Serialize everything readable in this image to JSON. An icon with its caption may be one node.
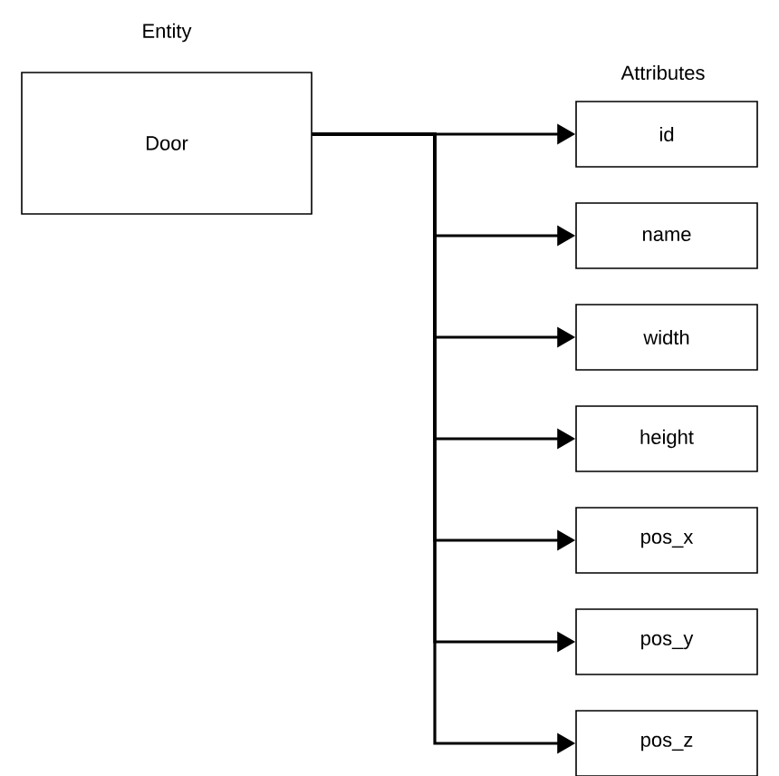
{
  "diagram": {
    "nodes": [
      {
        "text": [
          "Door"
        ]
      },
      {
        "text": [
          "id"
        ]
      },
      {
        "text": [
          "name"
        ]
      },
      {
        "text": [
          "width"
        ]
      },
      {
        "text": [
          "height"
        ]
      },
      {
        "text": [
          "pos_x"
        ]
      },
      {
        "text": [
          "pos_y"
        ]
      },
      {
        "text": [
          "pos_z"
        ]
      }
    ],
    "edges": [
      {
        "from": 0,
        "to": 1,
        "arrow": "to"
      },
      {
        "from": 0,
        "to": 2,
        "arrow": "to"
      },
      {
        "from": 0,
        "to": 3,
        "arrow": "to"
      },
      {
        "from": 0,
        "to": 4,
        "arrow": "to"
      },
      {
        "from": 0,
        "to": 5,
        "arrow": "to"
      },
      {
        "from": 0,
        "to": 6,
        "arrow": "to"
      },
      {
        "from": 0,
        "to": 7,
        "arrow": "to"
      }
    ],
    "labels": [
      "Entity",
      "Attributes"
    ]
  }
}
